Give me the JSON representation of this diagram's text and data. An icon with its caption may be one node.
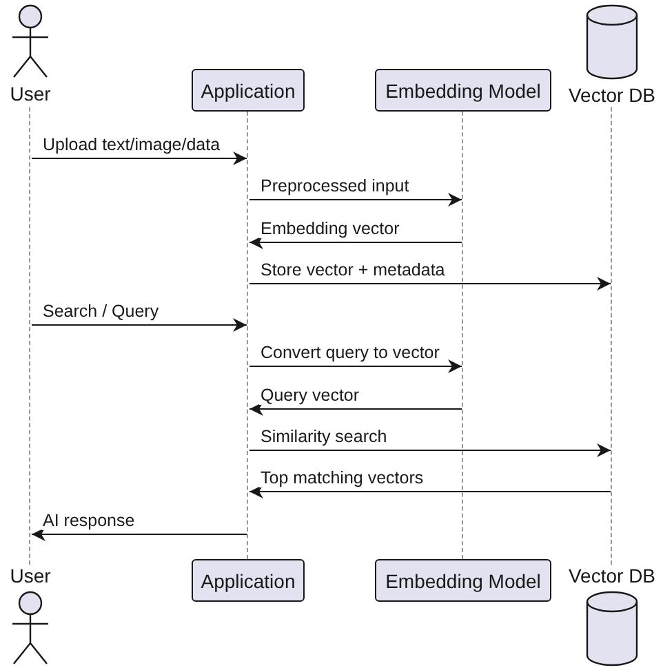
{
  "diagram": {
    "nodes": [
      {
        "text": [
          "User"
        ]
      },
      {
        "text": [
          "Application"
        ]
      },
      {
        "text": [
          "Embedding Model"
        ]
      },
      {
        "text": [
          "Vector DB"
        ]
      },
      {
        "text": [
          "User"
        ]
      },
      {
        "text": [
          "Application"
        ]
      },
      {
        "text": [
          "Embedding Model"
        ]
      },
      {
        "text": [
          "Vector DB"
        ]
      },
      {
        "text": [],
        "shape": "line"
      },
      {
        "text": [],
        "shape": "line"
      },
      {
        "text": [],
        "shape": "line"
      },
      {
        "text": [],
        "shape": "line"
      }
    ],
    "edges": [
      {
        "from": 8,
        "to": 9,
        "arrow": "to",
        "label": "Upload text/image/data"
      },
      {
        "from": 9,
        "to": 10,
        "arrow": "to",
        "label": "Preprocessed input"
      },
      {
        "from": 10,
        "to": 9,
        "arrow": "to",
        "label": "Embedding vector"
      },
      {
        "from": 9,
        "to": 11,
        "arrow": "to",
        "label": "Store vector + metadata"
      },
      {
        "from": 8,
        "to": 9,
        "arrow": "to",
        "label": "Search / Query"
      },
      {
        "from": 9,
        "to": 10,
        "arrow": "to",
        "label": "Convert query to vector"
      },
      {
        "from": 10,
        "to": 9,
        "arrow": "to",
        "label": "Query vector"
      },
      {
        "from": 9,
        "to": 11,
        "arrow": "to",
        "label": "Similarity search"
      },
      {
        "from": 11,
        "to": 9,
        "arrow": "to",
        "label": "Top matching vectors"
      },
      {
        "from": 9,
        "to": 8,
        "arrow": "to",
        "label": "AI response"
      }
    ]
  }
}
